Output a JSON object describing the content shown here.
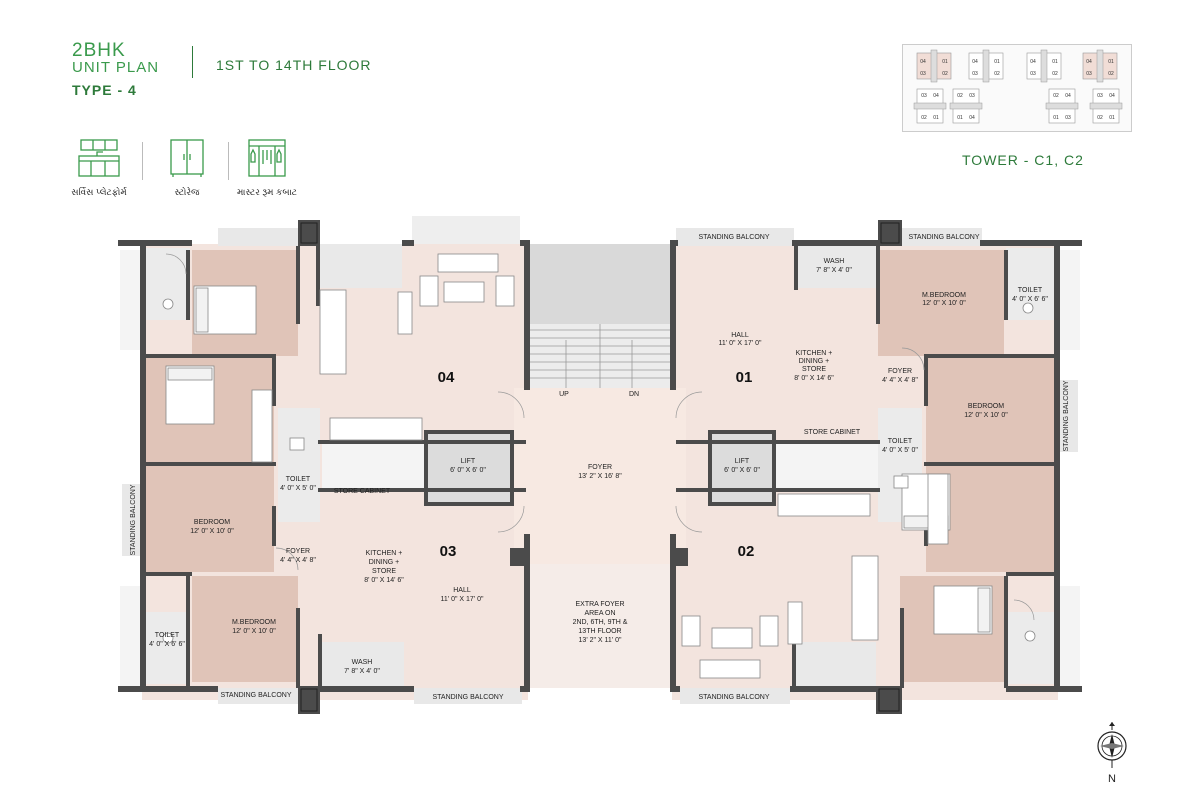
{
  "header": {
    "title": "2BHK",
    "subtitle": "UNIT PLAN",
    "type": "TYPE - 4",
    "floor_range": "1ST TO 14TH FLOOR",
    "tower": "TOWER - C1, C2"
  },
  "features": [
    {
      "icon": "kitchen-platform-icon",
      "label": "સર્વિસ પ્લેટફોર્મ"
    },
    {
      "icon": "storage-cabinet-icon",
      "label": "સ્ટોરેજ"
    },
    {
      "icon": "master-room-wardrobe-icon",
      "label": "માસ્ટર રૂમ કબાટ"
    }
  ],
  "keyplan": {
    "top_row": [
      [
        "04",
        "01",
        "03",
        "02"
      ],
      [
        "04",
        "01",
        "03",
        "02"
      ],
      [
        "04",
        "01",
        "03",
        "02"
      ],
      [
        "04",
        "01",
        "03",
        "02"
      ]
    ],
    "bottom_row": [
      [
        "03",
        "04",
        "02",
        "01"
      ],
      [
        "02",
        "03",
        "01",
        "04"
      ],
      [
        "02",
        "04",
        "01",
        "03"
      ],
      [
        "03",
        "04",
        "02",
        "01"
      ]
    ]
  },
  "units": {
    "u04": {
      "number": "04"
    },
    "u01": {
      "number": "01"
    },
    "u03": {
      "number": "03"
    },
    "u02": {
      "number": "02"
    }
  },
  "rooms": {
    "standing_balcony": "STANDING BALCONY",
    "wash": "WASH",
    "wash_dim": "7' 8\" X 4' 0\"",
    "mbedroom": "M.BEDROOM",
    "mbedroom_dim": "12' 0\" X 10' 0\"",
    "toilet": "TOILET",
    "toilet_dim_a": "4' 0\" X 6' 6\"",
    "toilet_dim_b": "4' 0\" X 5' 0\"",
    "hall": "HALL",
    "hall_dim": "11' 0\" X 17' 0\"",
    "kitchen_1": "KITCHEN +",
    "kitchen_2": "DINING +",
    "kitchen_3": "STORE",
    "kitchen_dim": "8' 0\" X 14' 6\"",
    "foyer": "FOYER",
    "foyer_dim": "4' 4\" X 4' 8\"",
    "bedroom": "BEDROOM",
    "bedroom_dim": "12' 0\" X 10' 0\"",
    "store_cabinet": "STORE CABINET",
    "lift": "LIFT",
    "lift_dim": "6' 0\" X 6' 0\"",
    "foyer_main_dim": "13' 2\" X 16' 8\"",
    "up": "UP",
    "dn": "DN",
    "extra_1": "EXTRA FOYER",
    "extra_2": "AREA ON",
    "extra_3": "2ND, 6TH, 9TH &",
    "extra_4": "13TH FLOOR",
    "extra_dim": "13' 2\" X 11' 0\""
  },
  "compass": {
    "label": "N"
  }
}
